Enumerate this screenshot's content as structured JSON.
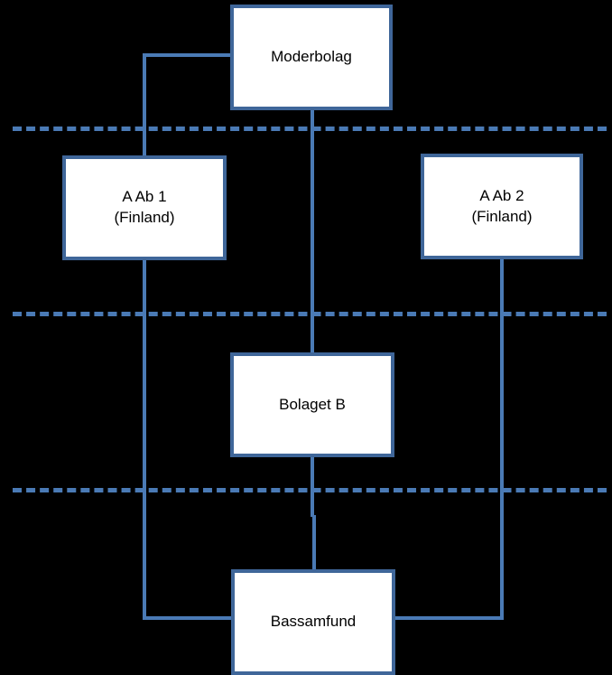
{
  "diagram": {
    "title": "Corporate group structure diagram",
    "background_color": "#000000",
    "node_fill_color": "#FFFFFF",
    "node_border_color": "#3F6699",
    "connector_color": "#4A7AB5",
    "divider_color": "#4A7AB5",
    "nodes": [
      {
        "id": "moderbolag",
        "label": "Moderbolag"
      },
      {
        "id": "a-ab-1",
        "label": "A Ab 1\n(Finland)"
      },
      {
        "id": "a-ab-2",
        "label": "A Ab 2\n(Finland)"
      },
      {
        "id": "bolaget-b",
        "label": "Bolaget B"
      },
      {
        "id": "bassamfund",
        "label": "Bassamfund"
      }
    ],
    "dividers": [
      {
        "id": "divider-1"
      },
      {
        "id": "divider-2"
      },
      {
        "id": "divider-3"
      }
    ],
    "connectors": [
      {
        "id": "moderbolag-to-a-ab-1"
      },
      {
        "id": "moderbolag-to-bolaget-b"
      },
      {
        "id": "a-ab-1-to-bassamfund"
      },
      {
        "id": "a-ab-2-to-bassamfund"
      },
      {
        "id": "bolaget-b-to-bassamfund"
      }
    ]
  }
}
